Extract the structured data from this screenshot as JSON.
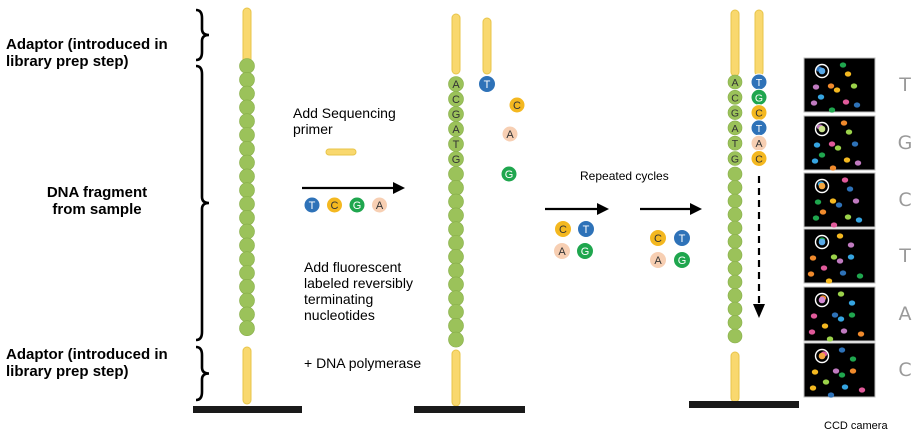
{
  "labels": {
    "adaptor_top": "Adaptor (introduced in library prep step)",
    "dna_fragment": "DNA fragment from sample",
    "adaptor_bottom": "Adaptor (introduced in library prep step)",
    "add_primer": "Add Sequencing primer",
    "add_nucleotides": "Add fluorescent labeled reversibly terminating nucleotides",
    "add_polymerase": "+ DNA polymerase",
    "repeated_cycles": "Repeated cycles",
    "ccd_camera": "CCD camera"
  },
  "bases": {
    "A": {
      "fill": "#f7cfb3",
      "text": "#333333"
    },
    "C": {
      "fill": "#f4b820",
      "text": "#333333"
    },
    "G": {
      "fill": "#1fa64e",
      "text": "#ffffff"
    },
    "T": {
      "fill": "#2e72b8",
      "text": "#ffffff"
    }
  },
  "template_sequence_stage2": [
    "A",
    "C",
    "G",
    "A",
    "T",
    "G"
  ],
  "template_sequence_stage3": [
    "A",
    "C",
    "G",
    "A",
    "T",
    "G"
  ],
  "incorporated_stage2": [
    "T"
  ],
  "free_nucleotides_stage2": [
    "C",
    "A",
    "G"
  ],
  "reagent_row": [
    "T",
    "C",
    "G",
    "A"
  ],
  "cycle_group_1": [
    "C",
    "T",
    "A",
    "G"
  ],
  "cycle_group_2": [
    "C",
    "T",
    "A",
    "G"
  ],
  "incorporated_stage3": [
    "T",
    "G",
    "C",
    "T",
    "A",
    "C"
  ],
  "ccd_readout": [
    "T",
    "G",
    "C",
    "T",
    "A",
    "C"
  ],
  "colors": {
    "adaptor": "#f9d86e",
    "adaptor_stroke": "#e8c54a",
    "bead": "#9bc25a",
    "bead_stroke": "#86ad48",
    "surface": "#1a1a1a",
    "ccd_background": "#000000",
    "ccd_frame": "#bfbfbf",
    "letter": "#9a9a9a"
  }
}
